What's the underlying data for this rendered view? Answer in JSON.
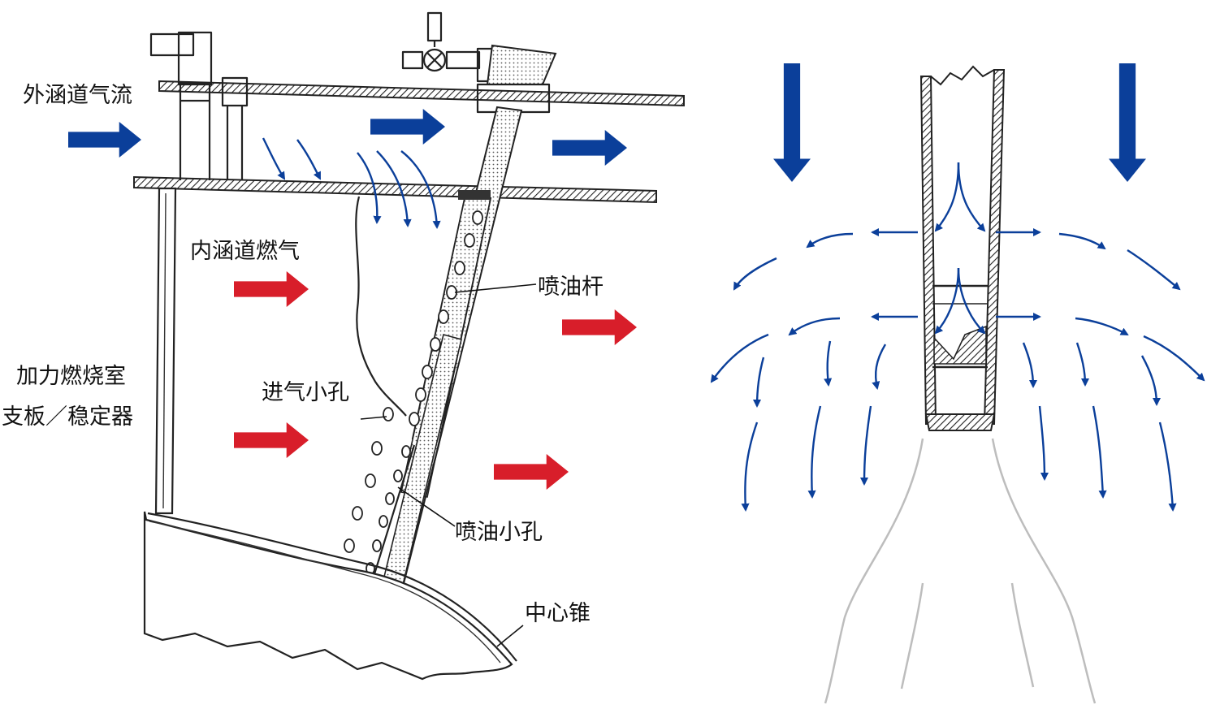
{
  "labels": {
    "bypass_airflow": "外涵道气流",
    "core_gas": "内涵道燃气",
    "fuel_bar": "喷油杆",
    "afterburner_strut": "加力燃烧室",
    "strut_stabilizer": "支板／稳定器",
    "inlet_hole": "进气小孔",
    "fuel_hole": "喷油小孔",
    "center_cone": "中心锥"
  },
  "colors": {
    "air_arrow": "#0b3f9a",
    "gas_arrow": "#d81e2a",
    "flow_line": "#0b3f9a",
    "spray": "#bdbdbd"
  },
  "icons": [
    "right-arrow-icon",
    "down-arrow-icon",
    "flow-arrow-icon"
  ]
}
